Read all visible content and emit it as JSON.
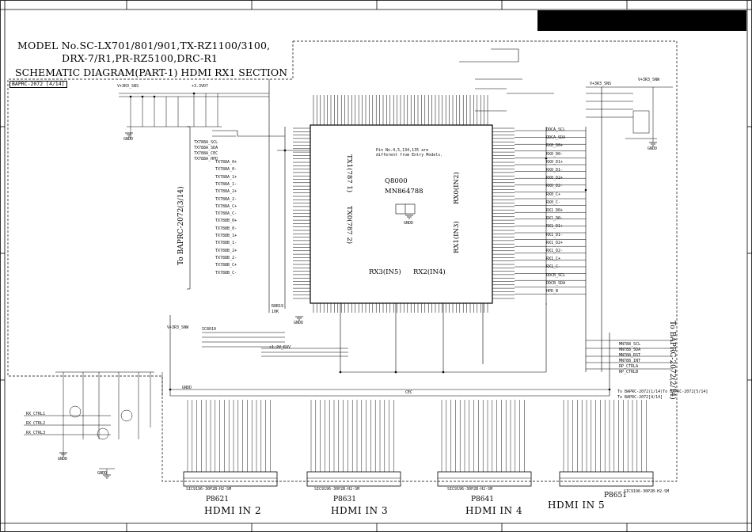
{
  "header": {
    "model_line1": "MODEL No.SC-LX701/801/901,TX-RZ1100/3100,",
    "model_line2": "DRX-7/R1,PR-RZ5100,DRC-R1",
    "section_title": "SCHEMATIC DIAGRAM(PART-1) HDMI RX1 SECTION",
    "board_ref": "BAPRC-2072 [4/14]"
  },
  "ic": {
    "ref": "Q8000",
    "part": "MN864788",
    "note_line1": "Pin No.4,5,134,135 are",
    "note_line2": "different from Entry Models.",
    "port_tx1": "TX1(787 1)",
    "port_tx0": "TX0(787 2)",
    "port_rx3": "RX3(IN5)",
    "port_rx2": "RX2(IN4)",
    "port_rx0": "RX0(IN2)",
    "port_rx1": "RX1(IN3)",
    "ground": "GNDD"
  },
  "side_labels": {
    "left": "To BAPRC-2072(3/14)",
    "right": "To BAPRC-2072(2/14)",
    "bottom_right_line1": "To BAPRC-2072(1/14)To BAPRC-2072[5/14]",
    "bottom_right_line2": "To BAPRC-2072[4/14]"
  },
  "connectors": [
    {
      "ref": "P8621",
      "name": "HDMI IN 2",
      "part": "SIC9196-30P2B-H2-SM"
    },
    {
      "ref": "P8631",
      "name": "HDMI IN 3",
      "part": "SIC9196-30P2B-H2-SM"
    },
    {
      "ref": "P8641",
      "name": "HDMI IN 4",
      "part": "SIC9196-30P2B-H2-SM"
    },
    {
      "ref": "P8651",
      "name": "HDMI IN 5",
      "part": "SIC9196-30P2B-H2-SM"
    }
  ],
  "power": {
    "v33_left": "V+3R3_SNS",
    "v33_mid": "V+3R3_SNW",
    "v33_right": "V+3R3_SNW",
    "v33_small": "+3.3VD7",
    "v12": "+1.2V_RAV"
  },
  "grounds": {
    "g1": "GNDD",
    "g2": "GNDD",
    "g3": "GNDD",
    "g4": "GNDD",
    "g5": "GNDD",
    "g6": "GNDD"
  },
  "net_labels_left": [
    "TX788A_SCL",
    "TX788A_SDA",
    "TX788A_CEC",
    "TX788A_HPD",
    "TX788A_0+",
    "TX788A_0-",
    "TX788A_1+",
    "TX788A_1-",
    "TX788A_2+",
    "TX788A_2-",
    "TX788A_C+",
    "TX788A_C-",
    "TX788B_0+",
    "TX788B_0-",
    "TX788B_1+",
    "TX788B_1-",
    "TX788B_2+",
    "TX788B_2-",
    "TX788B_C+",
    "TX788B_C-"
  ],
  "net_labels_right": [
    "DDCA_SCL",
    "DDCA_SDA",
    "RX0_D0+",
    "RX0_D0-",
    "RX0_D1+",
    "RX0_D1-",
    "RX0_D2+",
    "RX0_D2-",
    "RX0_C+",
    "RX0_C-",
    "RX1_D0+",
    "RX1_D0-",
    "RX1_D1+",
    "RX1_D1-",
    "RX1_D2+",
    "RX1_D2-",
    "RX1_C+",
    "RX1_C-",
    "DDCB_SCL",
    "DDCB_SDA",
    "HPD_B"
  ],
  "net_labels_right2": [
    "MN788_SCL",
    "MN788_SDA",
    "MN788_RST",
    "MN788_INT",
    "RP_CTRLA",
    "RP_CTRLB"
  ],
  "misc_labels": {
    "cec": "CEC",
    "r_left": "R8B19",
    "r_left_val": "10K",
    "rx_ctrl": "RX_CTRL1",
    "rx_ctrl2": "RX_CTRL2",
    "rx_ctrl3": "RX_CTRL3",
    "ic_small": "IC8010",
    "vcc": "V+3R3_SNS"
  }
}
